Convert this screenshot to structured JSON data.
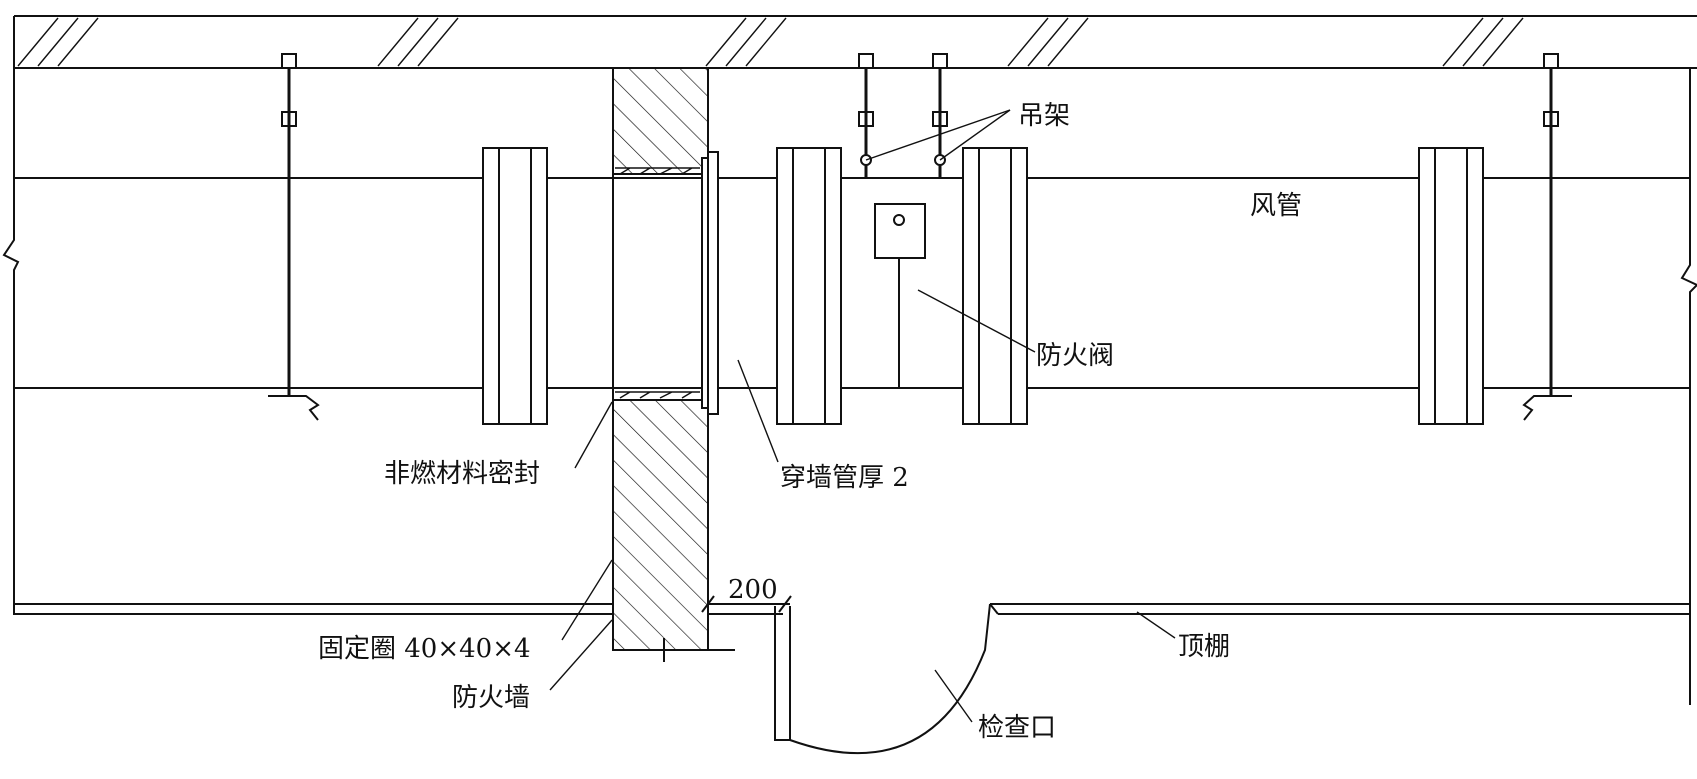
{
  "labels": {
    "hanger": "吊架",
    "duct": "风管",
    "fire_damper": "防火阀",
    "non_combustible_seal": "非燃材料密封",
    "wall_sleeve": "穿墙管厚 2",
    "fixing_ring": "固定圈 40×40×4",
    "fire_wall": "防火墙",
    "ceiling": "顶棚",
    "inspection_opening": "检查口",
    "dimension_200": "200"
  }
}
